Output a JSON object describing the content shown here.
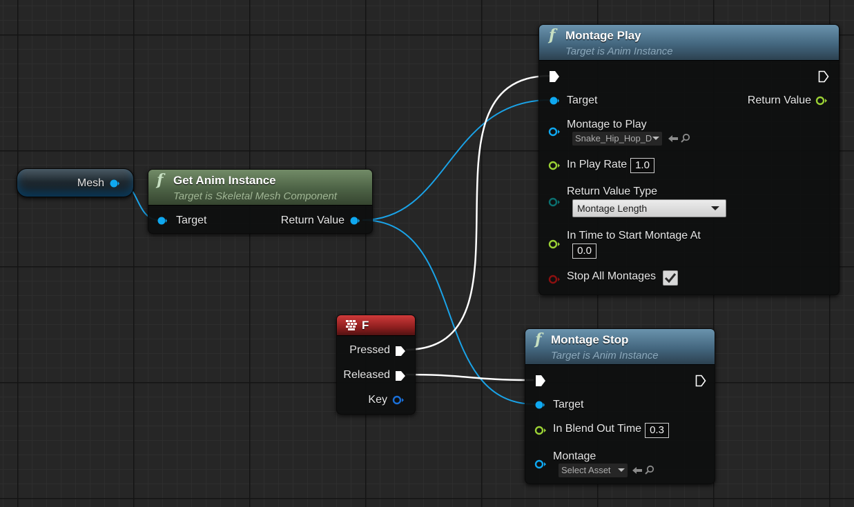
{
  "graph": {
    "colors": {
      "exec": "#ffffff",
      "object_pin": "#0fa8f0",
      "float_pin": "#9bd135",
      "enum_pin": "#0b6f6f",
      "bool_pin": "#8c1010",
      "struct_pin": "#1a6fd8"
    }
  },
  "mesh_node": {
    "label": "Mesh"
  },
  "get_anim_instance": {
    "title": "Get Anim Instance",
    "subtitle": "Target is Skeletal Mesh Component",
    "target_label": "Target",
    "return_label": "Return Value"
  },
  "key_event": {
    "title": "F",
    "icon": "keyboard-icon",
    "pressed_label": "Pressed",
    "released_label": "Released",
    "key_label": "Key"
  },
  "montage_play": {
    "title": "Montage Play",
    "subtitle": "Target is Anim Instance",
    "target_label": "Target",
    "return_label": "Return Value",
    "montage_label": "Montage to Play",
    "montage_value": "Snake_Hip_Hop_D",
    "play_rate_label": "In Play Rate",
    "play_rate_value": "1.0",
    "return_type_label": "Return Value Type",
    "return_type_value": "Montage Length",
    "start_time_label": "In Time to Start Montage At",
    "start_time_value": "0.0",
    "stop_all_label": "Stop All Montages",
    "stop_all_checked": true
  },
  "montage_stop": {
    "title": "Montage Stop",
    "subtitle": "Target is Anim Instance",
    "target_label": "Target",
    "blend_label": "In Blend Out Time",
    "blend_value": "0.3",
    "montage_label": "Montage",
    "montage_value": "Select Asset"
  }
}
